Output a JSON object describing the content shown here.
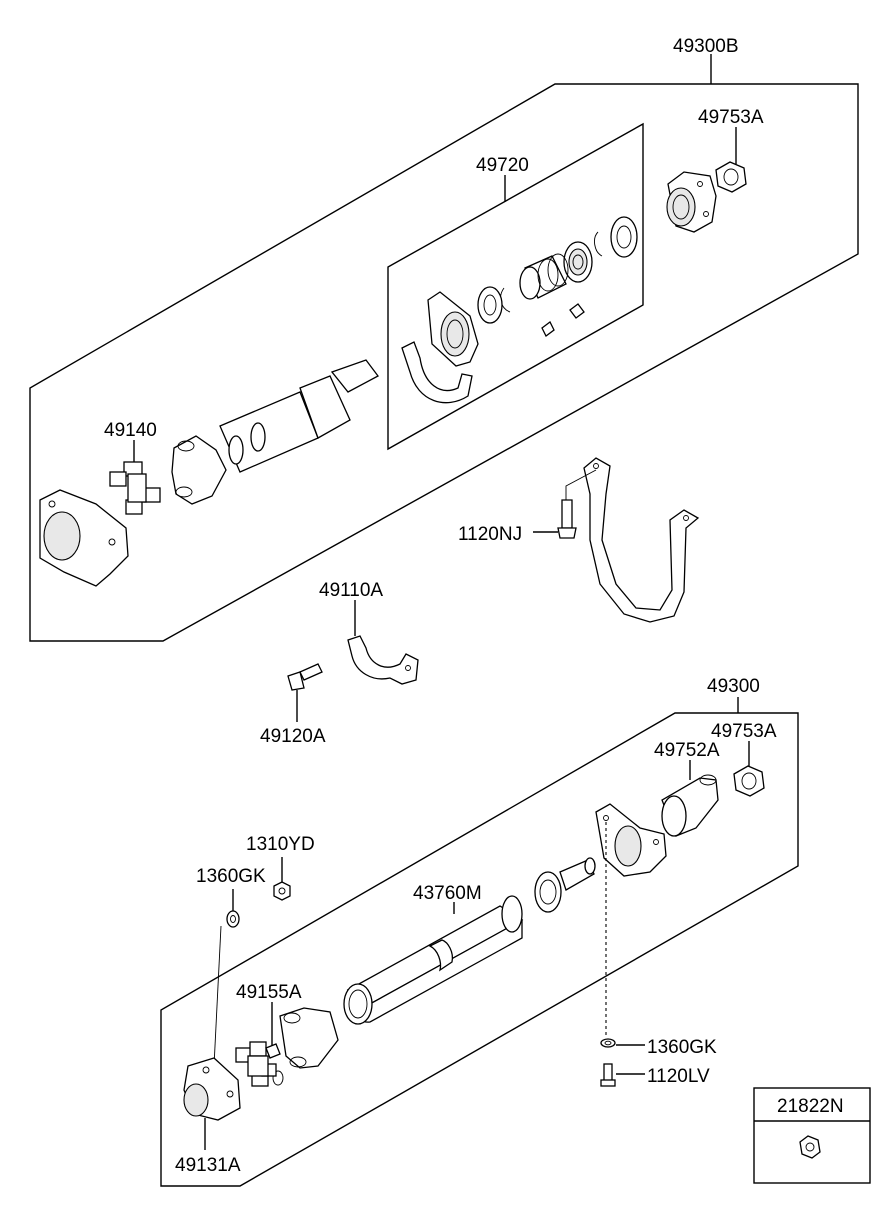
{
  "callouts": {
    "assy_upper": "49300B",
    "nut_upper": "49753A",
    "center_bearing_kit": "49720",
    "yoke_upper": "49140",
    "bolt_bracket": "1120NJ",
    "bracket": "49110A",
    "bolt_small": "49120A",
    "assy_lower": "49300",
    "nut_lower": "49753A",
    "flange_yoke": "49752A",
    "nut_small": "1310YD",
    "washer_upper": "1360GK",
    "tube": "43760M",
    "grease_nipple": "49155A",
    "washer_lower": "1360GK",
    "bolt_lower": "1120LV",
    "yoke_lower": "49131A",
    "legend_part": "21822N"
  }
}
